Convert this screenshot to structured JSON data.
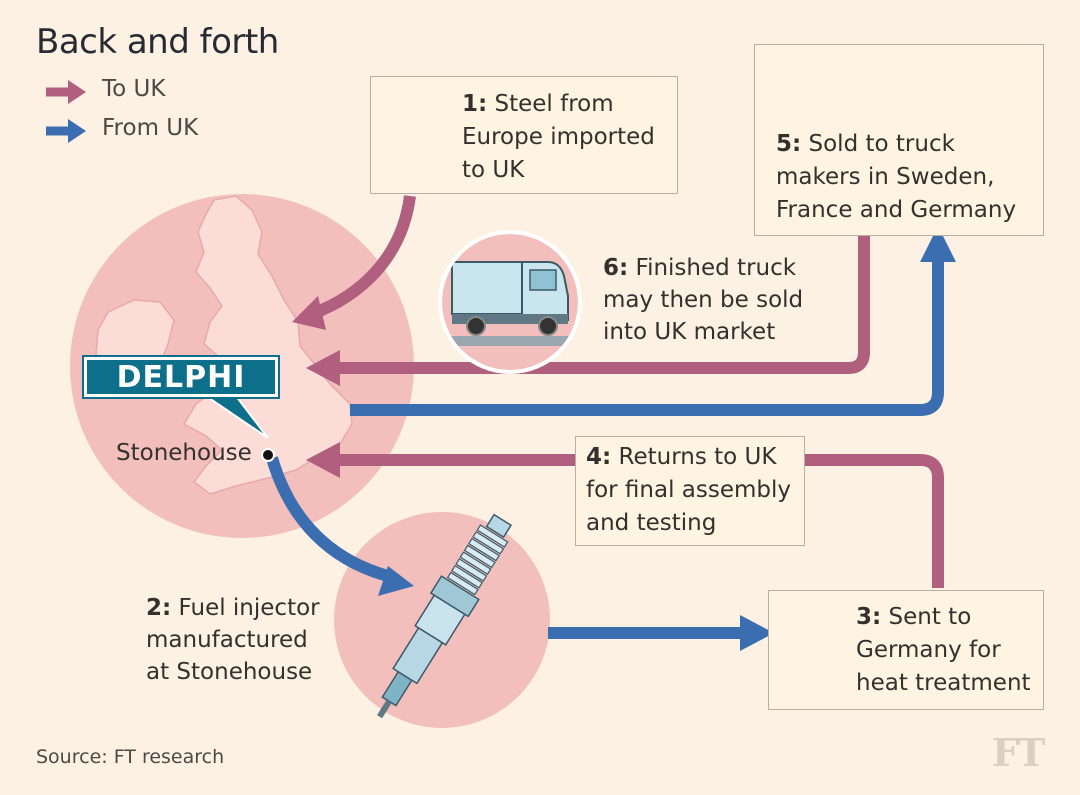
{
  "title": "Back and forth",
  "legend": {
    "to_uk": {
      "label": "To UK",
      "color": "#b15f7e"
    },
    "from_uk": {
      "label": "From UK",
      "color": "#3b6eb0"
    }
  },
  "steps": {
    "s1": {
      "num": "1:",
      "text": "Steel from Europe imported to UK",
      "lines": [
        "Steel from",
        "Europe imported",
        "to UK"
      ]
    },
    "s2": {
      "num": "2:",
      "lines": [
        "Fuel injector",
        "manufactured",
        "at Stonehouse"
      ]
    },
    "s3": {
      "num": "3:",
      "lines": [
        "Sent to",
        "Germany for",
        "heat treatment"
      ]
    },
    "s4": {
      "num": "4:",
      "lines": [
        "Returns to UK",
        "for final assembly",
        "and testing"
      ]
    },
    "s5": {
      "num": "5:",
      "lines": [
        "Sold to truck",
        "makers in Sweden,",
        "France and Germany"
      ]
    },
    "s6": {
      "num": "6:",
      "lines": [
        "Finished truck",
        "may then be sold",
        "into UK market"
      ]
    }
  },
  "company": "DELPHI",
  "location": "Stonehouse",
  "source": "Source: FT research",
  "brand": "FT",
  "icons": [
    "eu-flag-icon",
    "france-flag-icon",
    "sweden-flag-icon",
    "germany-flag-icon",
    "truck-icon",
    "fuel-injector-icon",
    "uk-map-icon"
  ]
}
